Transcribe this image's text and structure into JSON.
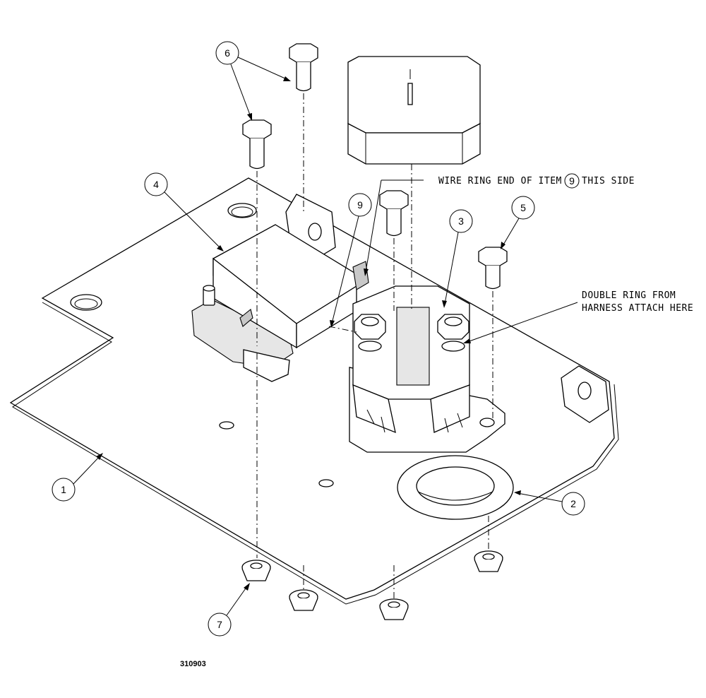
{
  "callouts": {
    "c1": "1",
    "c2": "2",
    "c3": "3",
    "c4": "4",
    "c5": "5",
    "c6": "6",
    "c7": "7",
    "c9a": "9",
    "c9b": "9"
  },
  "notes": {
    "wire_ring_pre": "WIRE RING END OF ITEM",
    "wire_ring_item": "9",
    "wire_ring_post": "THIS SIDE",
    "double_ring_line1": "DOUBLE RING FROM",
    "double_ring_line2": "HARNESS ATTACH HERE"
  },
  "figure_id": "310903"
}
